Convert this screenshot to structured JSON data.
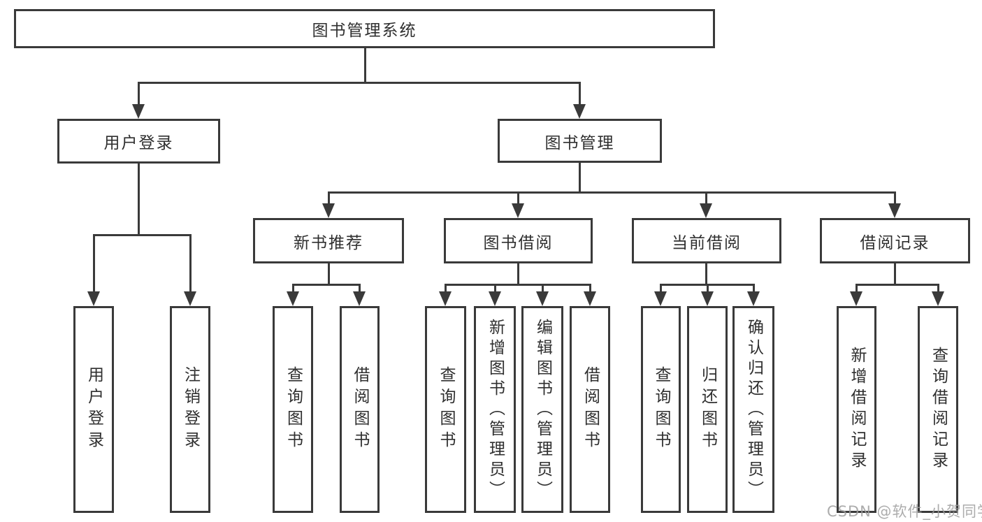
{
  "diagram": {
    "line_color": "#3a3a3a",
    "text_color": "#2f2f2f",
    "nodes": {
      "root": {
        "label": "图书管理系统"
      },
      "user_login": {
        "label": "用户登录"
      },
      "book_mgmt": {
        "label": "图书管理"
      },
      "new_book": {
        "label": "新书推荐"
      },
      "book_borrow": {
        "label": "图书借阅"
      },
      "current_borrow": {
        "label": "当前借阅"
      },
      "borrow_record": {
        "label": "借阅记录"
      }
    },
    "leaves": [
      {
        "label": "用户登录"
      },
      {
        "label": "注销登录"
      },
      {
        "label": "查询图书"
      },
      {
        "label": "借阅图书"
      },
      {
        "label": "查询图书"
      },
      {
        "label": "新增图书（管理员）"
      },
      {
        "label": "编辑图书（管理员）"
      },
      {
        "label": "借阅图书"
      },
      {
        "label": "查询图书"
      },
      {
        "label": "归还图书"
      },
      {
        "label": "确认归还（管理员）"
      },
      {
        "label": "新增借阅记录"
      },
      {
        "label": "查询借阅记录"
      }
    ]
  },
  "watermark": {
    "text": "CSDN @软件_小贺同学",
    "color": "#9e9e9e"
  }
}
